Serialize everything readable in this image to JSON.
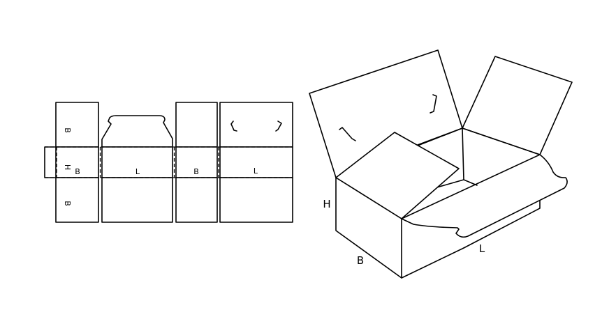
{
  "flat_layout": {
    "labels": {
      "flap_top_b": "B",
      "glue_h": "H",
      "panel1_b": "B",
      "panel2_l": "L",
      "panel3_b": "B",
      "panel4_l": "L",
      "flap_bottom_b": "B"
    }
  },
  "box_3d": {
    "labels": {
      "height": "H",
      "breadth": "B",
      "length": "L"
    }
  }
}
